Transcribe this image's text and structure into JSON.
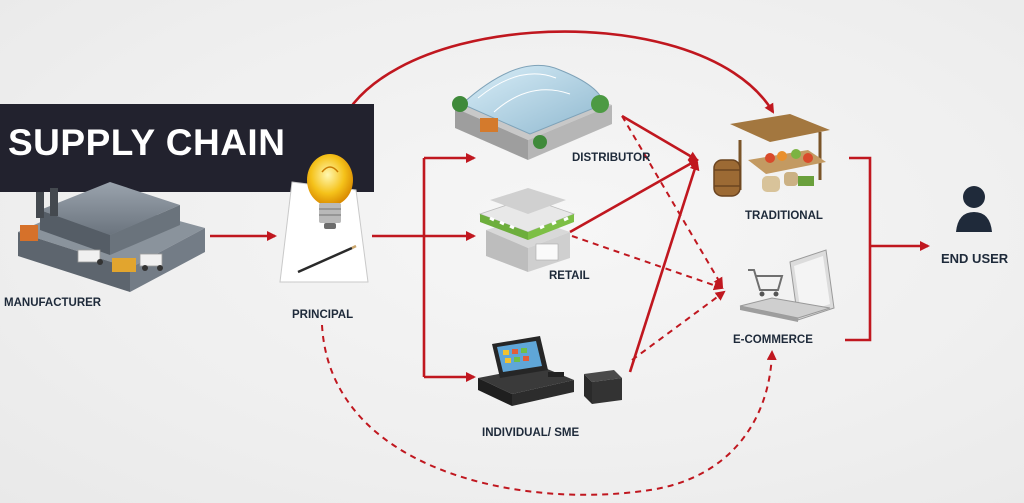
{
  "title": "SUPPLY CHAIN",
  "nodes": {
    "manufacturer": "MANUFACTURER",
    "principal": "PRINCIPAL",
    "distributor": "DISTRIBUTOR",
    "retail": "RETAIL",
    "individual_sme": "INDIVIDUAL/ SME",
    "traditional": "TRADITIONAL",
    "ecommerce": "E-COMMERCE",
    "end_user": "END USER"
  },
  "colors": {
    "arrow": "#c0171f",
    "title_bg": "#22222e",
    "label": "#1e2a3a"
  },
  "icons": {
    "manufacturer": "factory-icon",
    "principal": "lightbulb-idea-icon",
    "distributor": "warehouse-icon",
    "retail": "shop-icon",
    "individual_sme": "pos-register-icon",
    "traditional": "market-stall-icon",
    "ecommerce": "laptop-cart-icon",
    "end_user": "user-icon"
  }
}
